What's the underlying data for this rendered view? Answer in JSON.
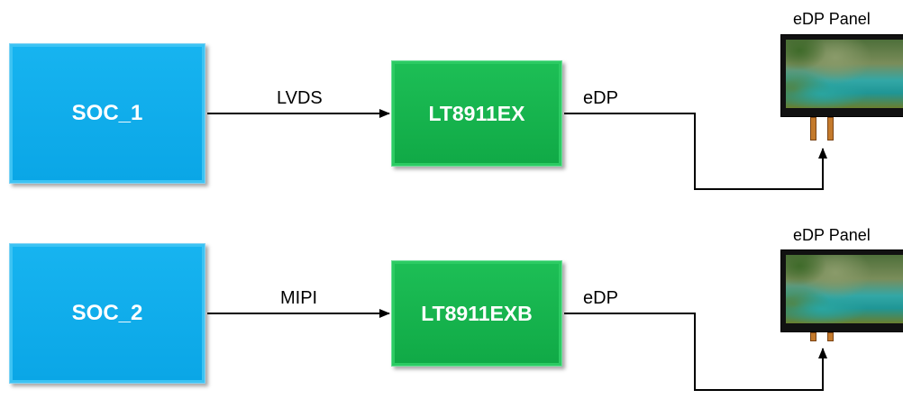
{
  "row1": {
    "soc_label": "SOC_1",
    "link_label": "LVDS",
    "chip_label": "LT8911EX",
    "out_label": "eDP",
    "panel_title": "eDP Panel"
  },
  "row2": {
    "soc_label": "SOC_2",
    "link_label": "MIPI",
    "chip_label": "LT8911EXB",
    "out_label": "eDP",
    "panel_title": "eDP Panel"
  },
  "colors": {
    "soc_fill": "#0aa6e6",
    "chip_fill": "#10a946",
    "wire": "#000000",
    "connector": "#c47a2c"
  },
  "icons": {
    "panel": "lcd-panel-landscape-photo",
    "arrow": "arrowhead"
  }
}
